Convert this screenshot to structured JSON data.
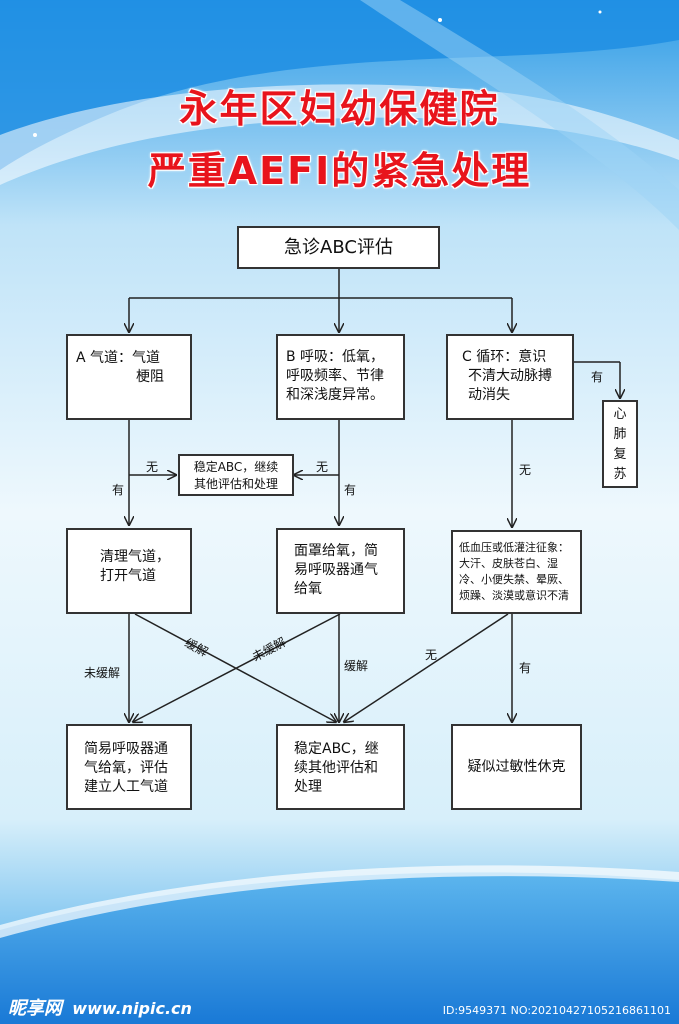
{
  "title": {
    "line1": "永年区妇幼保健院",
    "line2": "严重AEFI的紧急处理"
  },
  "boxes": {
    "top": "急诊ABC评估",
    "a": [
      "A 气道：气道",
      "梗阻"
    ],
    "b": [
      "B 呼吸：低氧，",
      "呼吸频率、节律",
      "和深浅度异常。"
    ],
    "c": [
      "C 循环：意识",
      "不清大动脉搏",
      "动消失"
    ],
    "cpr": [
      "心",
      "肺",
      "复",
      "苏"
    ],
    "stabilize_mid": [
      "稳定ABC，继续",
      "其他评估和处理"
    ],
    "clear_airway": [
      "清理气道，",
      "打开气道"
    ],
    "mask_oxygen": [
      "面罩给氧，简",
      "易呼吸器通气",
      "给氧"
    ],
    "low_bp": [
      "低血压或低灌注征象：",
      "大汗、皮肤苍白、湿",
      "冷、小便失禁、晕厥、",
      "烦躁、淡漠或意识不清"
    ],
    "simple_resp": [
      "简易呼吸器通",
      "气给氧，评估",
      "建立人工气道"
    ],
    "stabilize_bottom": [
      "稳定ABC，继",
      "续其他评估和",
      "处理"
    ],
    "anaphylaxis": "疑似过敏性休克"
  },
  "labels": {
    "c_yes": "有",
    "a_no": "无",
    "b_no": "无",
    "a_yes": "有",
    "b_yes": "有",
    "c_no": "无",
    "relieved_diag": "缓解",
    "not_relieved_diag": "未缓解",
    "not_relieved_left": "未缓解",
    "relieved_mid": "缓解",
    "lowbp_no": "无",
    "lowbp_yes": "有"
  },
  "footer": {
    "logo": "昵享网",
    "site": "www.nipic.cn",
    "id": "ID:9549371 NO:20210427105216861101"
  },
  "colors": {
    "title": "#e8141c",
    "background_top": "#1a8fe0",
    "background_light": "#e9f6fd"
  }
}
